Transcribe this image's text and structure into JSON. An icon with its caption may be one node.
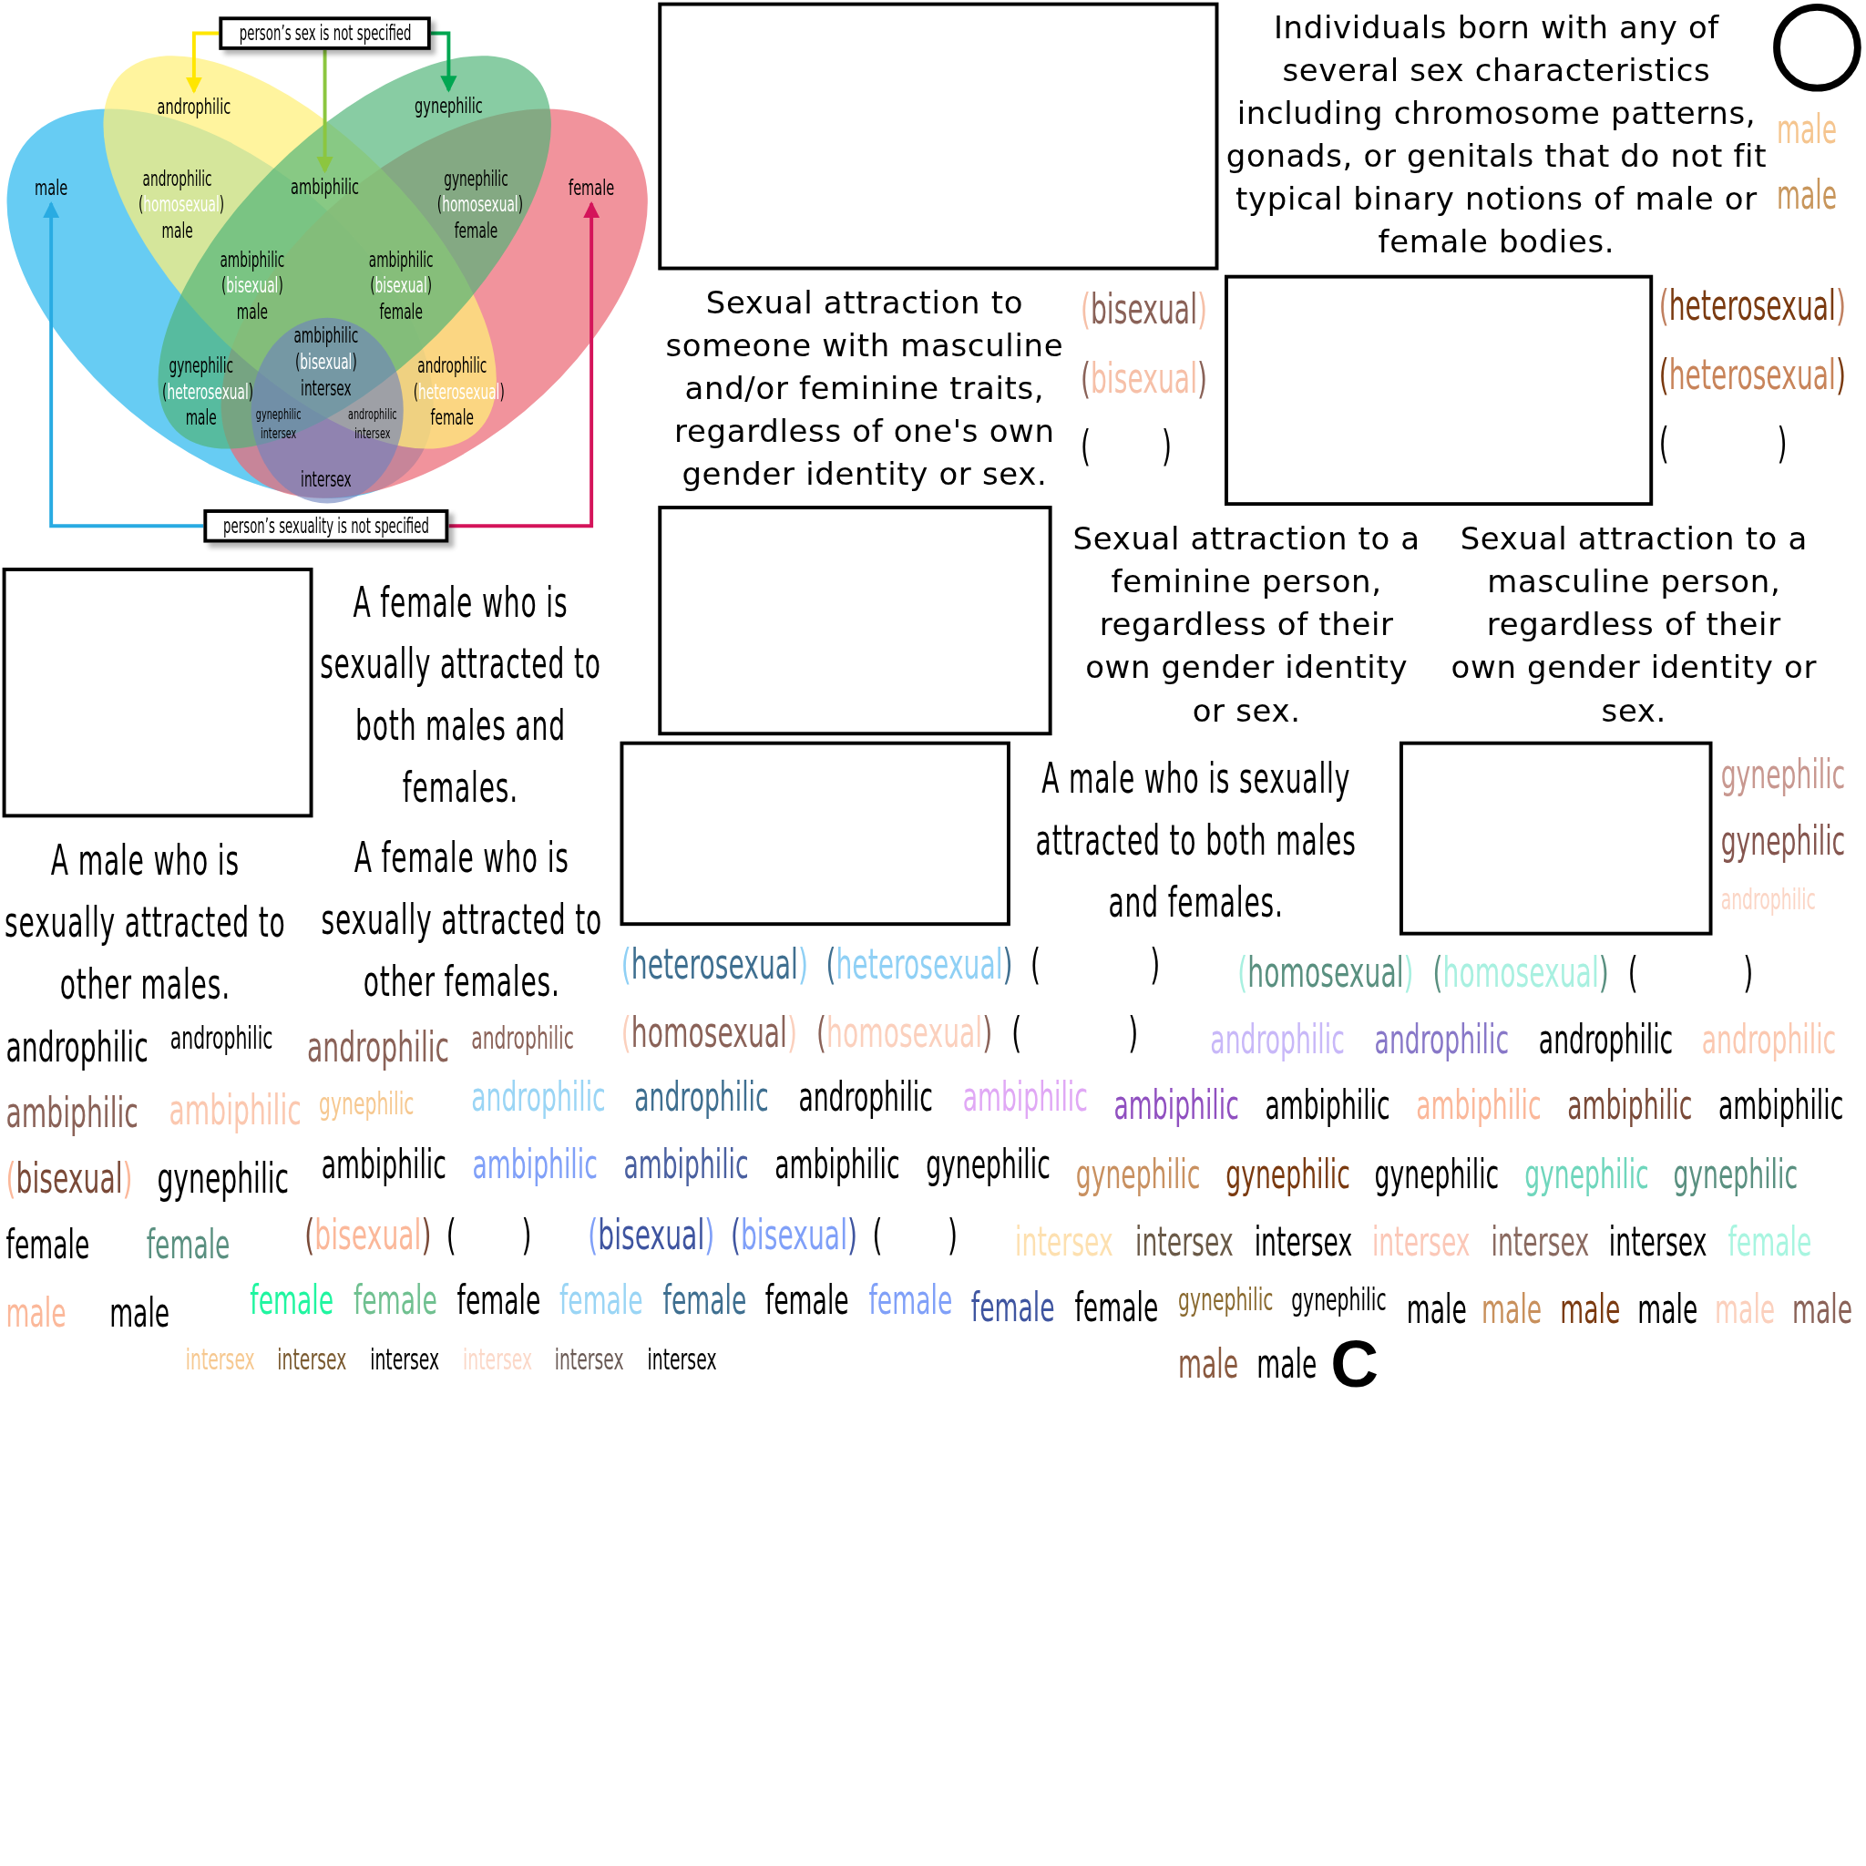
{
  "diagram": {
    "nodes": [
      {
        "text": [
          "person’s sex is not specified"
        ]
      },
      {
        "text": [
          "androphilic"
        ]
      },
      {
        "text": [
          "gynephilic"
        ]
      },
      {
        "text": [
          "male"
        ]
      },
      {
        "text": [
          "ambiphilic"
        ]
      },
      {
        "text": [
          "female"
        ]
      },
      {
        "text": [
          "person’s sexuality is not specified"
        ]
      },
      {
        "text": [],
        "shape": "box"
      },
      {
        "text": [],
        "shape": "circle"
      },
      {
        "text": [],
        "shape": "box"
      },
      {
        "text": [],
        "shape": "box"
      },
      {
        "text": [],
        "shape": "box"
      },
      {
        "text": [],
        "shape": "box"
      },
      {
        "text": [],
        "shape": "box"
      }
    ],
    "edges": [
      {
        "from": 0,
        "to": 1,
        "arrow": "to",
        "color": "#ffe600"
      },
      {
        "from": 0,
        "to": 4,
        "arrow": "to",
        "color": "#8cc63f"
      },
      {
        "from": 0,
        "to": 2,
        "arrow": "to",
        "color": "#00a651"
      },
      {
        "from": 6,
        "to": 3,
        "arrow": "to",
        "color": "#29abe2"
      },
      {
        "from": 6,
        "to": 5,
        "arrow": "to",
        "color": "#d4145a"
      }
    ],
    "labels": [
      "androphilic (homosexual) male",
      "gynephilic (homosexual) female",
      "ambiphilic (bisexual) male",
      "ambiphilic (bisexual) female",
      "ambiphilic (bisexual) intersex",
      "gynephilic (heterosexual) male",
      "androphilic (heterosexual) female",
      "gynephilic intersex",
      "androphilic intersex",
      "intersex",
      "Individuals born with any of several sex characteristics including chromosome patterns, gonads, or genitals that do not fit typical binary notions of male or female bodies.",
      "Sexual attraction to someone with masculine and/or feminine traits, regardless of one's own gender identity or sex.",
      "A female who is sexually attracted to both males and females.",
      "Sexual attraction to a feminine person, regardless of their own gender identity or sex.",
      "Sexual attraction to a masculine person, regardless of their own gender identity or sex.",
      "A male who is sexually attracted to both males and females.",
      "A male who is sexually attracted to other males.",
      "A female who is sexually attracted to other females.",
      "male",
      "male",
      "(bisexual)",
      "(bisexual)",
      "( )",
      "(heterosexual)",
      "(heterosexual)",
      "( )",
      "gynephilic",
      "gynephilic",
      "androphilic",
      "(heterosexual)",
      "(heterosexual)",
      "( )",
      "(homosexual)",
      "(homosexual)",
      "( )",
      "androphilic",
      "androphilic",
      "androphilic",
      "androphilic",
      "(homosexual)",
      "(homosexual)",
      "( )",
      "androphilic",
      "androphilic",
      "androphilic",
      "androphilic",
      "ambiphilic",
      "ambiphilic",
      "gynephilic",
      "androphilic",
      "androphilic",
      "androphilic",
      "ambiphilic",
      "ambiphilic",
      "ambiphilic",
      "ambiphilic",
      "ambiphilic",
      "ambiphilic",
      "(bisexual)",
      "gynephilic",
      "ambiphilic",
      "ambiphilic",
      "ambiphilic",
      "ambiphilic",
      "gynephilic",
      "gynephilic",
      "gynephilic",
      "gynephilic",
      "gynephilic",
      "gynephilic",
      "female",
      "female",
      "(bisexual)",
      "( )",
      "(bisexual)",
      "(bisexual)",
      "( )",
      "intersex",
      "intersex",
      "intersex",
      "intersex",
      "intersex",
      "intersex",
      "female",
      "male",
      "male",
      "female",
      "female",
      "female",
      "female",
      "female",
      "female",
      "female",
      "female",
      "female",
      "gynephilic",
      "gynephilic",
      "male",
      "male",
      "male",
      "male",
      "male",
      "male",
      "intersex",
      "intersex",
      "intersex",
      "intersex",
      "intersex",
      "intersex",
      "male",
      "male",
      "C"
    ]
  }
}
